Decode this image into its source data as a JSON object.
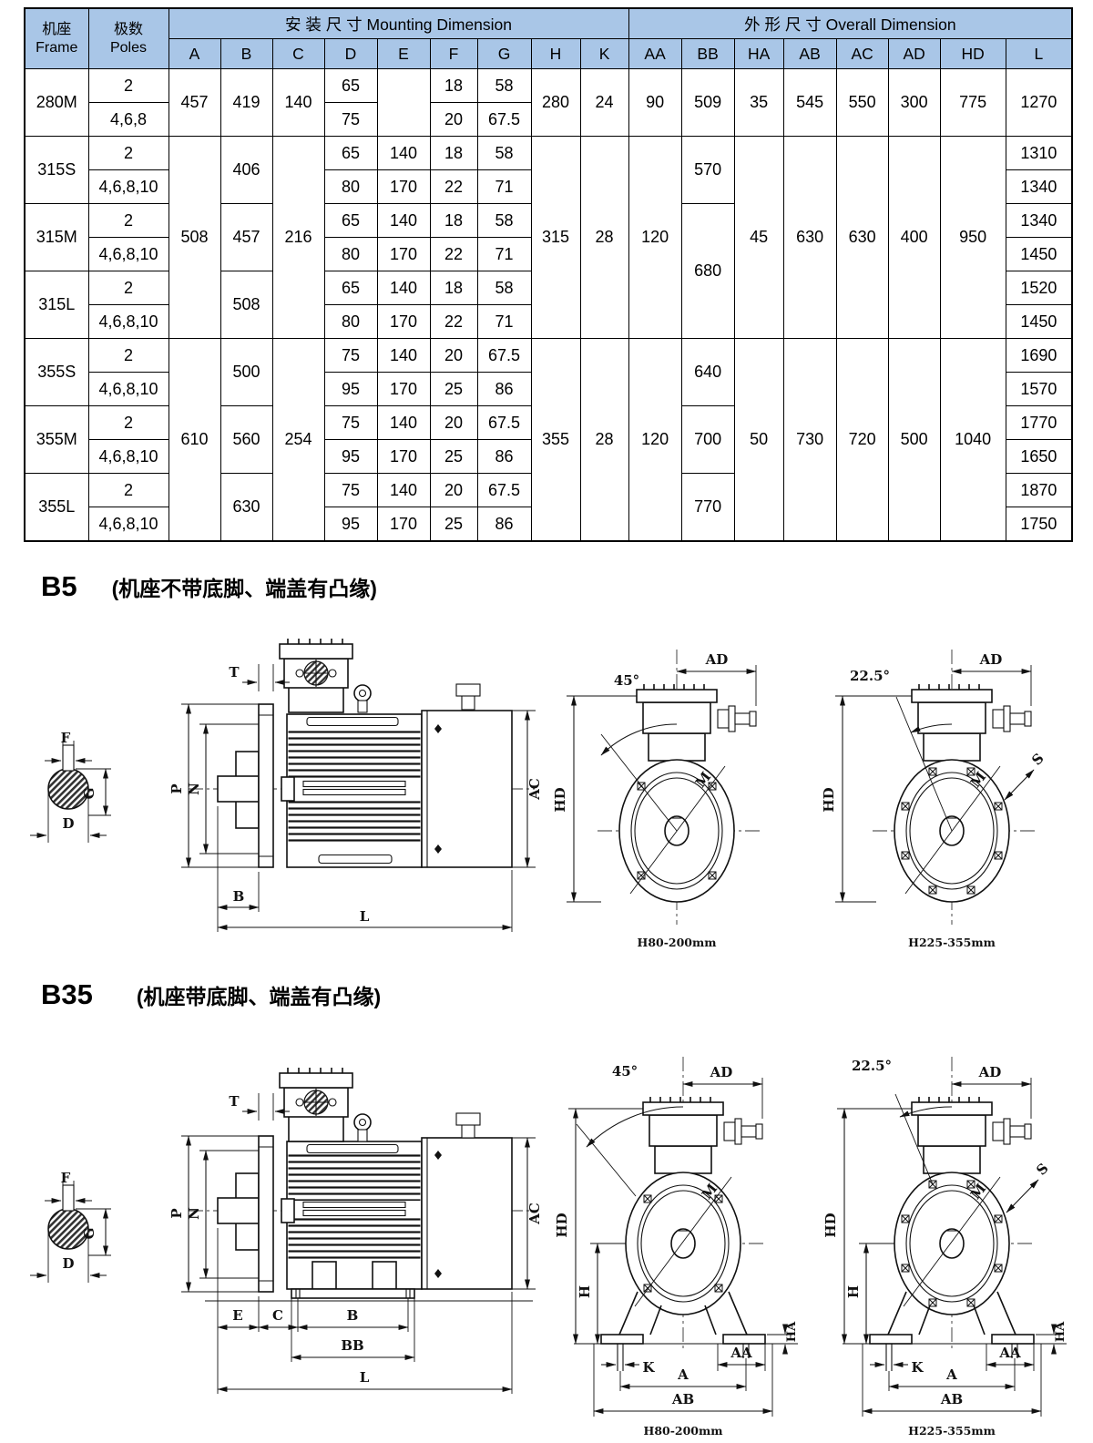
{
  "table": {
    "header_rows": [
      [
        {
          "t": "机座\nFrame",
          "rs": 2,
          "cls": "hsm"
        },
        {
          "t": "极数\nPoles",
          "rs": 2,
          "cls": "hsm"
        },
        {
          "t": "安 装 尺 寸 Mounting Dimension",
          "cs": 9
        },
        {
          "t": "外 形 尺 寸 Overall Dimension",
          "cs": 8
        }
      ],
      [
        {
          "t": "A"
        },
        {
          "t": "B"
        },
        {
          "t": "C"
        },
        {
          "t": "D"
        },
        {
          "t": "E"
        },
        {
          "t": "F"
        },
        {
          "t": "G"
        },
        {
          "t": "H"
        },
        {
          "t": "K"
        },
        {
          "t": "AA"
        },
        {
          "t": "BB"
        },
        {
          "t": "HA"
        },
        {
          "t": "AB"
        },
        {
          "t": "AC"
        },
        {
          "t": "AD"
        },
        {
          "t": "HD"
        },
        {
          "t": "L"
        }
      ]
    ],
    "body_rows": [
      [
        [
          "280M",
          2
        ],
        "2",
        [
          "457",
          2
        ],
        [
          "419",
          2
        ],
        [
          "140",
          2
        ],
        "65",
        [
          "",
          2
        ],
        "18",
        "58",
        [
          "280",
          2
        ],
        [
          "24",
          2
        ],
        [
          "90",
          2
        ],
        [
          "509",
          2
        ],
        [
          "35",
          2
        ],
        [
          "545",
          2
        ],
        [
          "550",
          2
        ],
        [
          "300",
          2
        ],
        [
          "775",
          2
        ],
        [
          "1270",
          2
        ]
      ],
      [
        "4,6,8",
        "75",
        "20",
        "67.5"
      ],
      [
        [
          "315S",
          2
        ],
        "2",
        [
          "508",
          6
        ],
        [
          "406",
          2
        ],
        [
          "216",
          6
        ],
        "65",
        "140",
        "18",
        "58",
        [
          "315",
          6
        ],
        [
          "28",
          6
        ],
        [
          "120",
          6
        ],
        [
          "570",
          2
        ],
        [
          "45",
          6
        ],
        [
          "630",
          6
        ],
        [
          "630",
          6
        ],
        [
          "400",
          6
        ],
        [
          "950",
          6
        ],
        "1310"
      ],
      [
        "4,6,8,10",
        "80",
        "170",
        "22",
        "71",
        "1340"
      ],
      [
        [
          "315M",
          2
        ],
        "2",
        [
          "457",
          2
        ],
        "65",
        "140",
        "18",
        "58",
        [
          "680",
          4
        ],
        "1340"
      ],
      [
        "4,6,8,10",
        "80",
        "170",
        "22",
        "71",
        "1450"
      ],
      [
        [
          "315L",
          2
        ],
        "2",
        [
          "508",
          2
        ],
        "65",
        "140",
        "18",
        "58",
        "1520"
      ],
      [
        "4,6,8,10",
        "80",
        "170",
        "22",
        "71",
        "1450"
      ],
      [
        [
          "355S",
          2
        ],
        "2",
        [
          "610",
          6
        ],
        [
          "500",
          2
        ],
        [
          "254",
          6
        ],
        "75",
        "140",
        "20",
        "67.5",
        [
          "355",
          6
        ],
        [
          "28",
          6
        ],
        [
          "120",
          6
        ],
        [
          "640",
          2
        ],
        [
          "50",
          6
        ],
        [
          "730",
          6
        ],
        [
          "720",
          6
        ],
        [
          "500",
          6
        ],
        [
          "1040",
          6
        ],
        "1690"
      ],
      [
        "4,6,8,10",
        "95",
        "170",
        "25",
        "86",
        "1570"
      ],
      [
        [
          "355M",
          2
        ],
        "2",
        [
          "560",
          2
        ],
        "75",
        "140",
        "20",
        "67.5",
        [
          "700",
          2
        ],
        "1770"
      ],
      [
        "4,6,8,10",
        "95",
        "170",
        "25",
        "86",
        "1650"
      ],
      [
        [
          "355L",
          2
        ],
        "2",
        [
          "630",
          2
        ],
        "75",
        "140",
        "20",
        "67.5",
        [
          "770",
          2
        ],
        "1870"
      ],
      [
        "4,6,8,10",
        "95",
        "170",
        "25",
        "86",
        "1750"
      ]
    ]
  },
  "sections": {
    "b5": {
      "code": "B5",
      "subtitle": "(机座不带底脚、端盖有凸缘)",
      "caption_small_frames": "H80-200mm",
      "caption_large_frames": "H225-355mm"
    },
    "b35": {
      "code": "B35",
      "subtitle": "(机座带底脚、端盖有凸缘)",
      "caption_small_frames": "H80-200mm",
      "caption_large_frames": "H225-355mm"
    }
  },
  "labels": {
    "T": "T",
    "P": "P",
    "N": "N",
    "E": "E",
    "C": "C",
    "B": "B",
    "BB": "BB",
    "L": "L",
    "AC": "AC",
    "AD": "AD",
    "HD": "HD",
    "H": "H",
    "HA": "HA",
    "K": "K",
    "AA": "AA",
    "A": "A",
    "AB": "AB",
    "M": "M",
    "S": "S",
    "F": "F",
    "G": "G",
    "D": "D",
    "angle_45": "45°",
    "angle_22_5": "22.5°"
  },
  "colors": {
    "header_blue": "#a9c6e7",
    "line": "#111111"
  }
}
